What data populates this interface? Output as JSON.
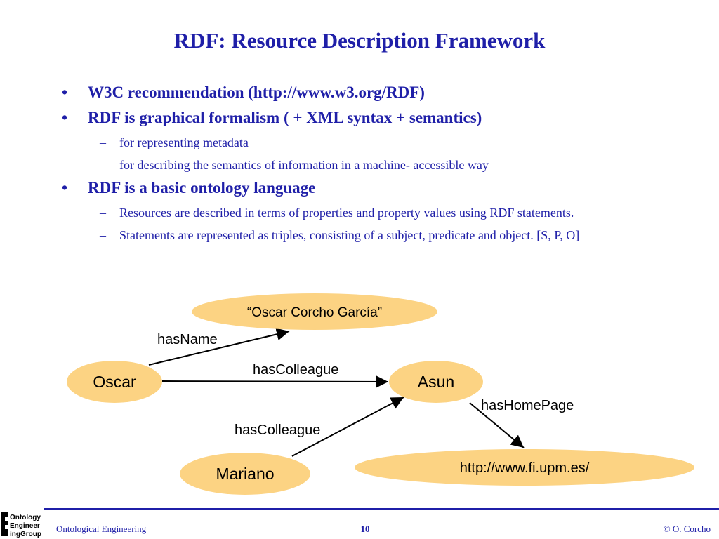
{
  "slide": {
    "title": "RDF: Resource Description Framework",
    "bullets": [
      {
        "text": "W3C recommendation (http://www.w3.org/RDF)",
        "subs": []
      },
      {
        "text": "RDF is graphical formalism ( + XML syntax + semantics)",
        "subs": [
          "for representing metadata",
          "for describing the semantics of information in a machine- accessible way"
        ]
      },
      {
        "text": "RDF is a basic ontology language",
        "subs": [
          "Resources are described in terms of properties and property values using RDF statements.",
          "Statements are represented as triples, consisting of a subject, predicate and object. [S, P, O]"
        ]
      }
    ]
  },
  "diagram": {
    "node_color": "#fcd383",
    "nodes": {
      "oscar_name": "“Oscar Corcho García”",
      "oscar": "Oscar",
      "asun": "Asun",
      "mariano": "Mariano",
      "homepage": "http://www.fi.upm.es/"
    },
    "edges": {
      "has_name": "hasName",
      "has_colleague_1": "hasColleague",
      "has_colleague_2": "hasColleague",
      "has_home_page": "hasHomePage"
    }
  },
  "footer": {
    "logo_text": [
      "Ontology",
      "Engineer",
      "ingGroup"
    ],
    "course": "Ontological Engineering",
    "page_number": "10",
    "copyright": "© O. Corcho"
  }
}
